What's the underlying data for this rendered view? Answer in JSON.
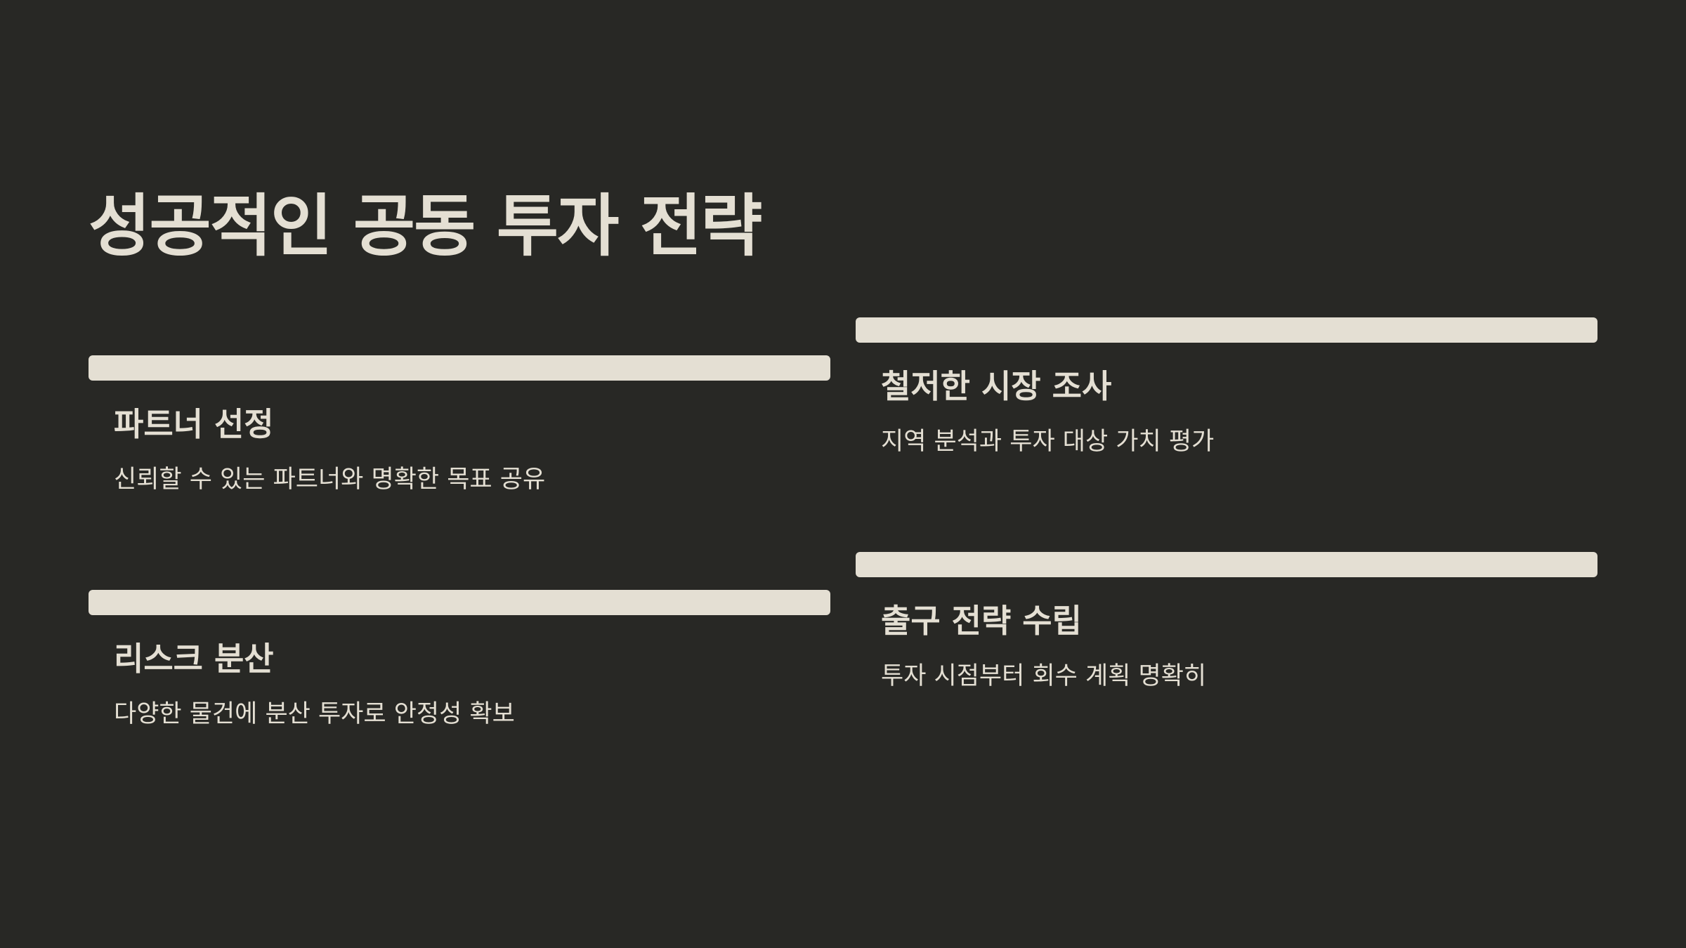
{
  "slide": {
    "title": "성공적인 공동 투자 전략",
    "colors": {
      "background": "#282825",
      "accent": "#e4dfd3",
      "text": "#e4dfd3"
    },
    "cards": [
      {
        "heading": "파트너 선정",
        "description": "신뢰할 수 있는 파트너와 명확한 목표 공유"
      },
      {
        "heading": "철저한 시장 조사",
        "description": "지역 분석과 투자 대상 가치 평가"
      },
      {
        "heading": "리스크 분산",
        "description": "다양한 물건에 분산 투자로 안정성 확보"
      },
      {
        "heading": "출구 전략 수립",
        "description": "투자 시점부터 회수 계획 명확히"
      }
    ]
  }
}
